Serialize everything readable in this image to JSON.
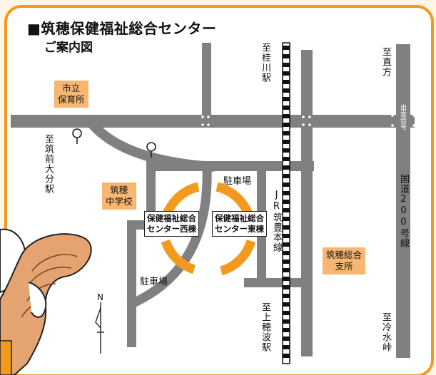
{
  "map": {
    "title": "■筑穂保健福祉総合センター",
    "subtitle": "ご案内図",
    "colors": {
      "road": "#808080",
      "frame": "#f39a1e",
      "label_bg": "#f7b671",
      "background": "#fdf6e6",
      "target_ring": "#f39a1e"
    },
    "labels": {
      "to_keisen_station": "至桂川駅",
      "to_nogata": "至直方",
      "to_chikuzen_daibu_station": "至筑前大分駅",
      "to_kami_honami_station": "至上穂波駅",
      "to_hiyamizu_pass": "至冷水峠",
      "national_route": "国道200号線",
      "traffic_signal": "出雲信号",
      "jr_line": "JR筑豊本線",
      "parking_north": "駐車場",
      "parking_south": "駐車場",
      "north_mark": "N"
    },
    "facilities": {
      "city_nursery": [
        "市立",
        "保育所"
      ],
      "junior_high": [
        "筑穂",
        "中学校"
      ],
      "branch_office": [
        "筑穂総合",
        "支所"
      ],
      "west_building": [
        "保健福祉総合",
        "センター西棟"
      ],
      "east_building": [
        "保健福祉総合",
        "センター東棟"
      ]
    }
  }
}
